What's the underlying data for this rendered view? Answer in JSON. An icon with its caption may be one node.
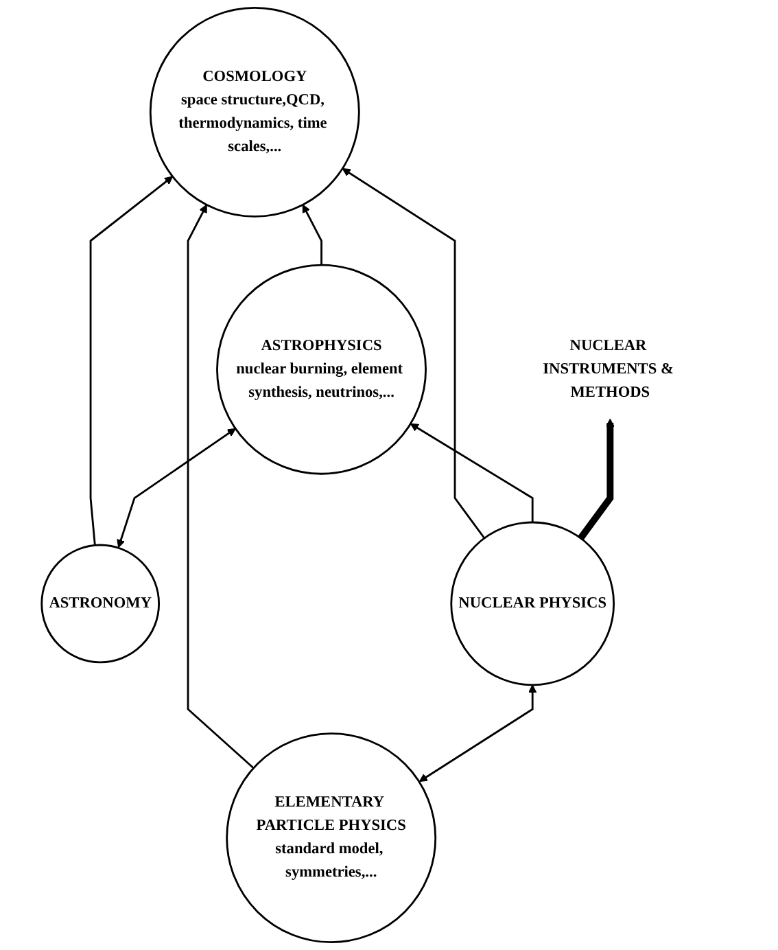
{
  "diagram": {
    "nodes": [
      {
        "text": [
          "COSMOLOGY",
          "space structure,QCD, thermodynamics, time scales,..."
        ]
      },
      {
        "text": [
          "ELEMENTARY PARTICLE PHYSICS",
          "standard model, symmetries,..."
        ]
      },
      {
        "text": [
          "ASTRONOMY"
        ]
      },
      {
        "text": [
          "NUCLEAR PHYSICS"
        ]
      },
      {
        "text": [
          "ASTROPHYSICS",
          "nuclear burning, element synthesis, neutrinos,..."
        ]
      },
      {
        "text": [
          "NUCLEAR INSTRUMENTS & METHODS"
        ]
      }
    ],
    "edges": [
      {
        "from": 1,
        "to": 0,
        "arrow": "to"
      },
      {
        "from": 2,
        "to": 0,
        "arrow": "to"
      },
      {
        "from": 1,
        "to": 3,
        "arrow": "both"
      },
      {
        "from": 3,
        "to": 0,
        "arrow": "to"
      },
      {
        "from": 4,
        "to": 0,
        "arrow": "to"
      },
      {
        "from": 2,
        "to": 4,
        "arrow": "both"
      },
      {
        "from": 3,
        "to": 4,
        "arrow": "to"
      },
      {
        "from": 3,
        "to": 5,
        "arrow": "to",
        "style": "thick"
      }
    ]
  }
}
